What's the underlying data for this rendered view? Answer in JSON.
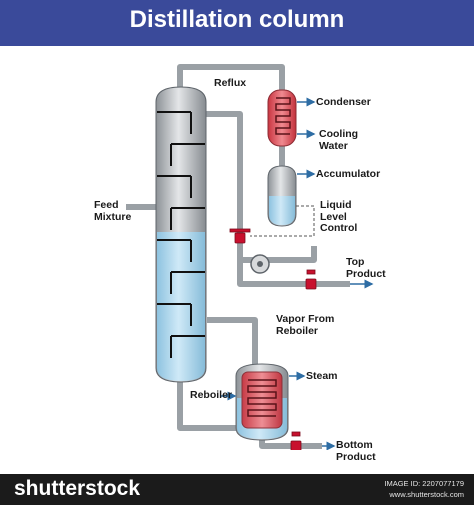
{
  "header": {
    "title": "Distillation column"
  },
  "labels": {
    "reflux": "Reflux",
    "condenser": "Condenser",
    "cooling_water": [
      "Cooling",
      "Water"
    ],
    "accumulator": "Accumulator",
    "liquid_level_control": [
      "Liquid",
      "Level",
      "Control"
    ],
    "feed_mixture": [
      "Feed",
      "Mixture"
    ],
    "top_product": [
      "Top",
      "Product"
    ],
    "vapor_from_reboiler": [
      "Vapor From",
      "Reboiler"
    ],
    "steam": "Steam",
    "reboiler": "Reboiler",
    "bottom_product": [
      "Bottom",
      "Product"
    ]
  },
  "footer": {
    "brand": "shutterstock",
    "image_id": "IMAGE ID: 2207077179",
    "site": "www.shutterstock.com"
  },
  "colors": {
    "header_bg": "#3a4a9a",
    "liquid": "#aed8ee",
    "heat_exchanger": "#e3454f",
    "valve": "#c8102e",
    "arrow": "#2e6da4",
    "footer_bg": "#1b1b1b"
  }
}
